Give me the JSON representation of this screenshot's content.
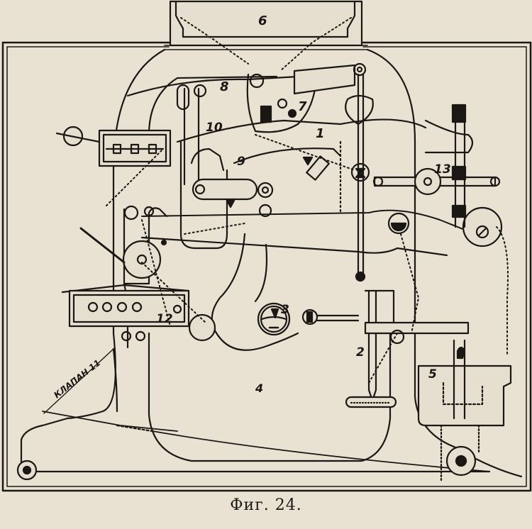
{
  "figure": {
    "caption": "Фиг. 24.",
    "background_color": "#e9e2d3",
    "ink_color": "#1a1714",
    "part_fill_color": "#e6dfcf"
  },
  "labels": {
    "part_1": "1",
    "part_2": "2",
    "part_3": "3",
    "part_4": "4",
    "part_5": "5",
    "part_6": "6",
    "part_7": "7",
    "part_8": "8",
    "part_9": "9",
    "part_10": "10",
    "part_12": "12",
    "part_13": "13",
    "valve_11": "КЛАПАН 11"
  }
}
